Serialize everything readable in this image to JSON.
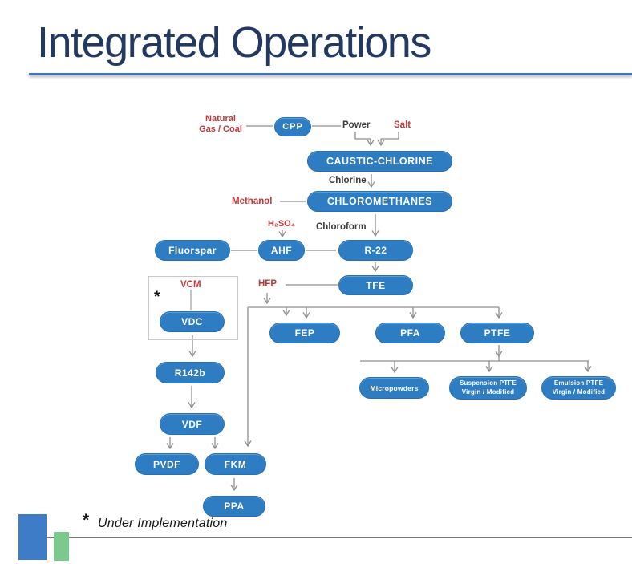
{
  "slide": {
    "title": "Integrated Operations",
    "footnote": {
      "marker": "*",
      "text": "Under Implementation"
    }
  },
  "colors": {
    "title_navy": "#24395F",
    "accent_rule_blue": "#4472C4",
    "pill_blue": "#2E7CC1",
    "label_red": "#C0393B",
    "label_dark": "#3B3B3B",
    "connector_gray": "#8F8F8F",
    "deco_bar_blue": "#3E7CC7",
    "deco_bar_green": "#7CC98E"
  },
  "diagram": {
    "asterisk": "*",
    "nodes": {
      "cpp": "CPP",
      "caustic_chlorine": "CAUSTIC-CHLORINE",
      "chloromethanes": "CHLOROMETHANES",
      "fluorspar": "Fluorspar",
      "ahf": "AHF",
      "r22": "R-22",
      "tfe": "TFE",
      "vdc": "VDC",
      "r142b": "R142b",
      "vdf": "VDF",
      "pvdf": "PVDF",
      "fkm": "FKM",
      "ppa": "PPA",
      "fep": "FEP",
      "pfa": "PFA",
      "ptfe": "PTFE",
      "micropowders": "Micropowders",
      "suspension_ptfe": "Suspension PTFE\nVirgin / Modified",
      "emulsion_ptfe": "Emulsion PTFE\nVirgin / Modified"
    },
    "input_labels": {
      "natural_gas_coal": "Natural\nGas / Coal",
      "power": "Power",
      "salt": "Salt",
      "chlorine": "Chlorine",
      "methanol": "Methanol",
      "h2so4": "H₂SO₄",
      "chloroform": "Chloroform",
      "hfp": "HFP",
      "vcm": "VCM"
    }
  }
}
